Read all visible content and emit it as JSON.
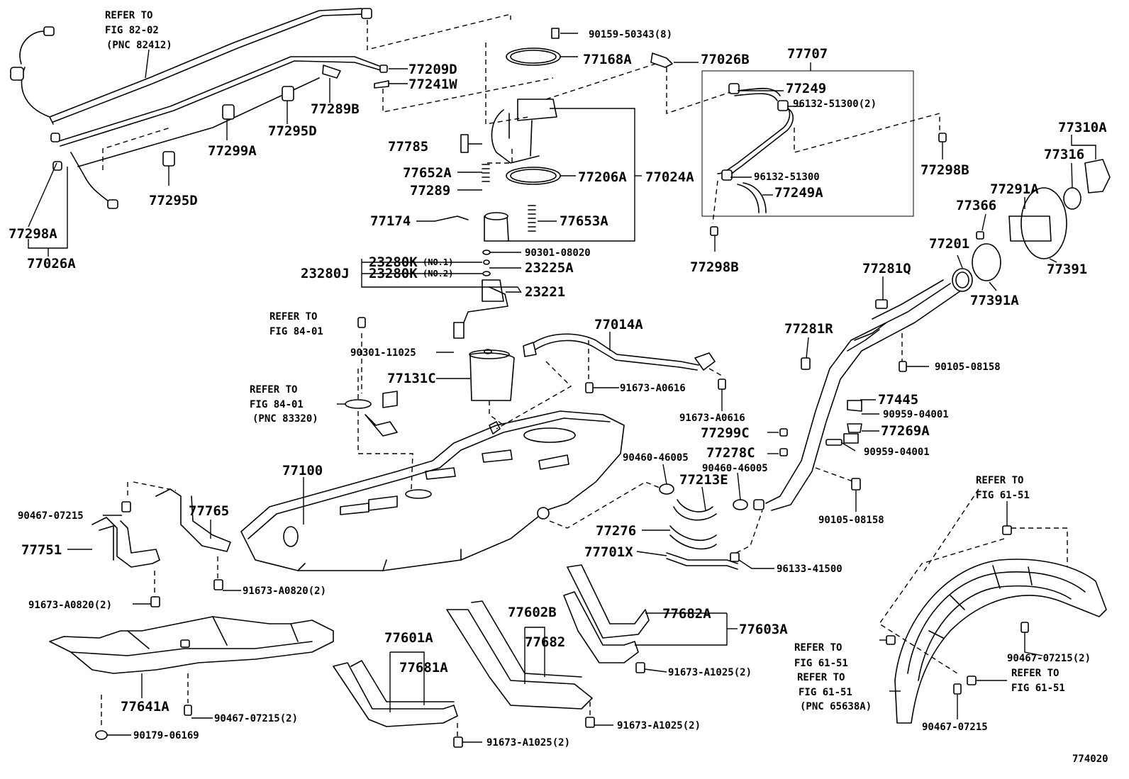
{
  "diagram_id": "774020",
  "labels": {
    "refer_82_02_a": "REFER TO",
    "refer_82_02_b": "FIG 82-02",
    "refer_82_02_c": "(PNC 82412)",
    "p90159": "90159-50343(8)",
    "p77168A": "77168A",
    "p77026B": "77026B",
    "p77707": "77707",
    "p77209D": "77209D",
    "p77241W": "77241W",
    "p77289B": "77289B",
    "p77295D_top": "77295D",
    "p77299A": "77299A",
    "p77295D_bot": "77295D",
    "p77298A": "77298A",
    "p77026A": "77026A",
    "p77249": "77249",
    "p96132_51300_2": "96132-51300(2)",
    "p96132_51300": "96132-51300",
    "p77249A": "77249A",
    "p77298B_r": "77298B",
    "p77298B_b": "77298B",
    "p77310A": "77310A",
    "p77316": "77316",
    "p77291A": "77291A",
    "p77366": "77366",
    "p77201": "77201",
    "p77391": "77391",
    "p77391A": "77391A",
    "p77785": "77785",
    "p77652A": "77652A",
    "p77206A": "77206A",
    "p77024A": "77024A",
    "p77289": "77289",
    "p77174": "77174",
    "p77653A": "77653A",
    "p90301_08020": "90301-08020",
    "p23280K1": "23280K",
    "p23280K1_note": "(NO.1)",
    "p23280K2": "23280K",
    "p23280K2_note": "(NO.2)",
    "p23280J": "23280J",
    "p23225A": "23225A",
    "p23221": "23221",
    "refer_84_01a_a": "REFER TO",
    "refer_84_01a_b": "FIG 84-01",
    "p90301_11025": "90301-11025",
    "p77131C": "77131C",
    "refer_84_01b_a": "REFER TO",
    "refer_84_01b_b": "FIG 84-01",
    "refer_84_01b_c": "(PNC 83320)",
    "p77014A": "77014A",
    "p91673_A0616_a": "91673-A0616",
    "p91673_A0616_b": "91673-A0616",
    "p77281Q": "77281Q",
    "p77281R": "77281R",
    "p90105_08158_a": "90105-08158",
    "p77445": "77445",
    "p90959_04001_a": "90959-04001",
    "p77269A": "77269A",
    "p90959_04001_b": "90959-04001",
    "p77299C": "77299C",
    "p90460_46005_a": "90460-46005",
    "p77278C": "77278C",
    "p90460_46005_b": "90460-46005",
    "p77213E": "77213E",
    "p90105_08158_b": "90105-08158",
    "p77100": "77100",
    "p90467_07215_l": "90467-07215",
    "p77765": "77765",
    "p77751": "77751",
    "p77276": "77276",
    "p77701X": "77701X",
    "p96133_41500": "96133-41500",
    "p91673_A0820_2r": "91673-A0820(2)",
    "p91673_A0820_2l": "91673-A0820(2)",
    "refer_61_51a_a": "REFER TO",
    "refer_61_51a_b": "FIG 61-51",
    "p77602B": "77602B",
    "p77682": "77682",
    "p77682A": "77682A",
    "p77603A": "77603A",
    "p77601A": "77601A",
    "p77681A": "77681A",
    "p77641A": "77641A",
    "p90467_07215_2a": "90467-07215(2)",
    "p90179_06169": "90179-06169",
    "p91673_A1025_2a": "91673-A1025(2)",
    "p91673_A1025_2b": "91673-A1025(2)",
    "p91673_A1025_2c": "91673-A1025(2)",
    "refer_61_51b_a": "REFER TO",
    "refer_61_51b_b": "FIG 61-51",
    "refer_61_51c_a": "REFER TO",
    "refer_61_51c_b": "FIG 61-51",
    "refer_61_51c_c": "(PNC 65638A)",
    "p90467_07215_2b": "90467-07215(2)",
    "refer_61_51d_a": "REFER TO",
    "refer_61_51d_b": "FIG 61-51",
    "p90467_07215_r": "90467-07215"
  }
}
